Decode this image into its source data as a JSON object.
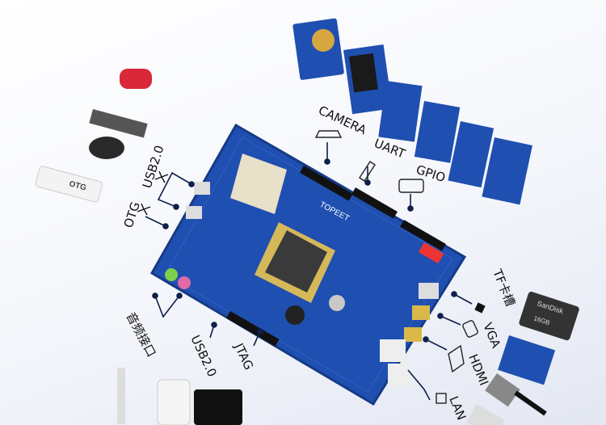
{
  "labels": {
    "camera": "CAMERA",
    "uart": "UART",
    "gpio": "GPIO",
    "usb_top": "USB2.0",
    "otg": "OTG",
    "audio": "音频接口",
    "usb_bottom": "USB2.0",
    "jtag": "JTAG",
    "tf": "TF卡槽",
    "vga": "VGA",
    "hdmi": "HDMI",
    "lan": "LAN"
  },
  "board_text": {
    "brand": "TOPEET",
    "otg_cable": "OTG",
    "sd_brand": "SanDisk",
    "sd_size": "16GB"
  },
  "colors": {
    "board": "#1f4fb0",
    "accent": "#0a2a6e",
    "line": "#0d1f4a"
  }
}
